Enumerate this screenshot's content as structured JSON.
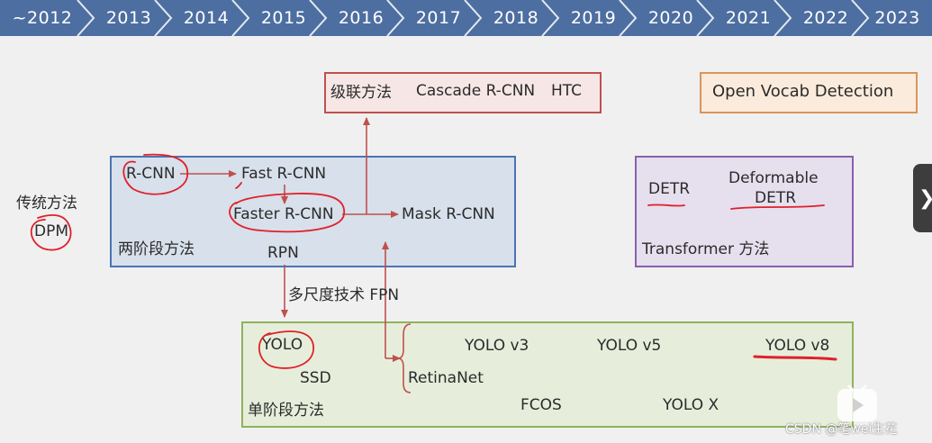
{
  "timeline": {
    "years": [
      "~2012",
      "2013",
      "2014",
      "2015",
      "2016",
      "2017",
      "2018",
      "2019",
      "2020",
      "2021",
      "2022",
      "2023"
    ]
  },
  "traditional": {
    "title": "传统方法",
    "method": "DPM"
  },
  "two_stage": {
    "title": "两阶段方法",
    "rcnn": "R-CNN",
    "fast_rcnn": "Fast R-CNN",
    "faster_rcnn": "Faster R-CNN",
    "mask_rcnn": "Mask R-CNN",
    "rpn": "RPN"
  },
  "cascade": {
    "title": "级联方法",
    "item1": "Cascade R-CNN",
    "item2": "HTC"
  },
  "open_vocab": {
    "title": "Open Vocab Detection"
  },
  "transformer": {
    "title": "Transformer 方法",
    "detr": "DETR",
    "deformable_line1": "Deformable",
    "deformable_line2": "DETR"
  },
  "multiscale": {
    "label": "多尺度技术 FPN"
  },
  "one_stage": {
    "title": "单阶段方法",
    "yolo": "YOLO",
    "ssd": "SSD",
    "retinanet": "RetinaNet",
    "yolov3": "YOLO v3",
    "yolov5": "YOLO v5",
    "yolov8": "YOLO v8",
    "fcos": "FCOS",
    "yolox": "YOLO X"
  },
  "watermark": "CSDN @笔wei生花",
  "colors": {
    "timeline": "#4d6ea0",
    "two_stage_fill": "#d7e0eb",
    "two_stage_border": "#4a74b4",
    "cascade_border": "#c0504d",
    "cascade_fill": "#f6e6e6",
    "open_vocab_border": "#d9955a",
    "open_vocab_fill": "#fbebdc",
    "transformer_border": "#8a5fb0",
    "transformer_fill": "#e6dfee",
    "one_stage_border": "#8fb35a",
    "one_stage_fill": "#e6eedb",
    "arrow": "#c0504d",
    "annotation": "#e0202a"
  },
  "icons": [
    "chevron-right-icon",
    "play-icon"
  ]
}
